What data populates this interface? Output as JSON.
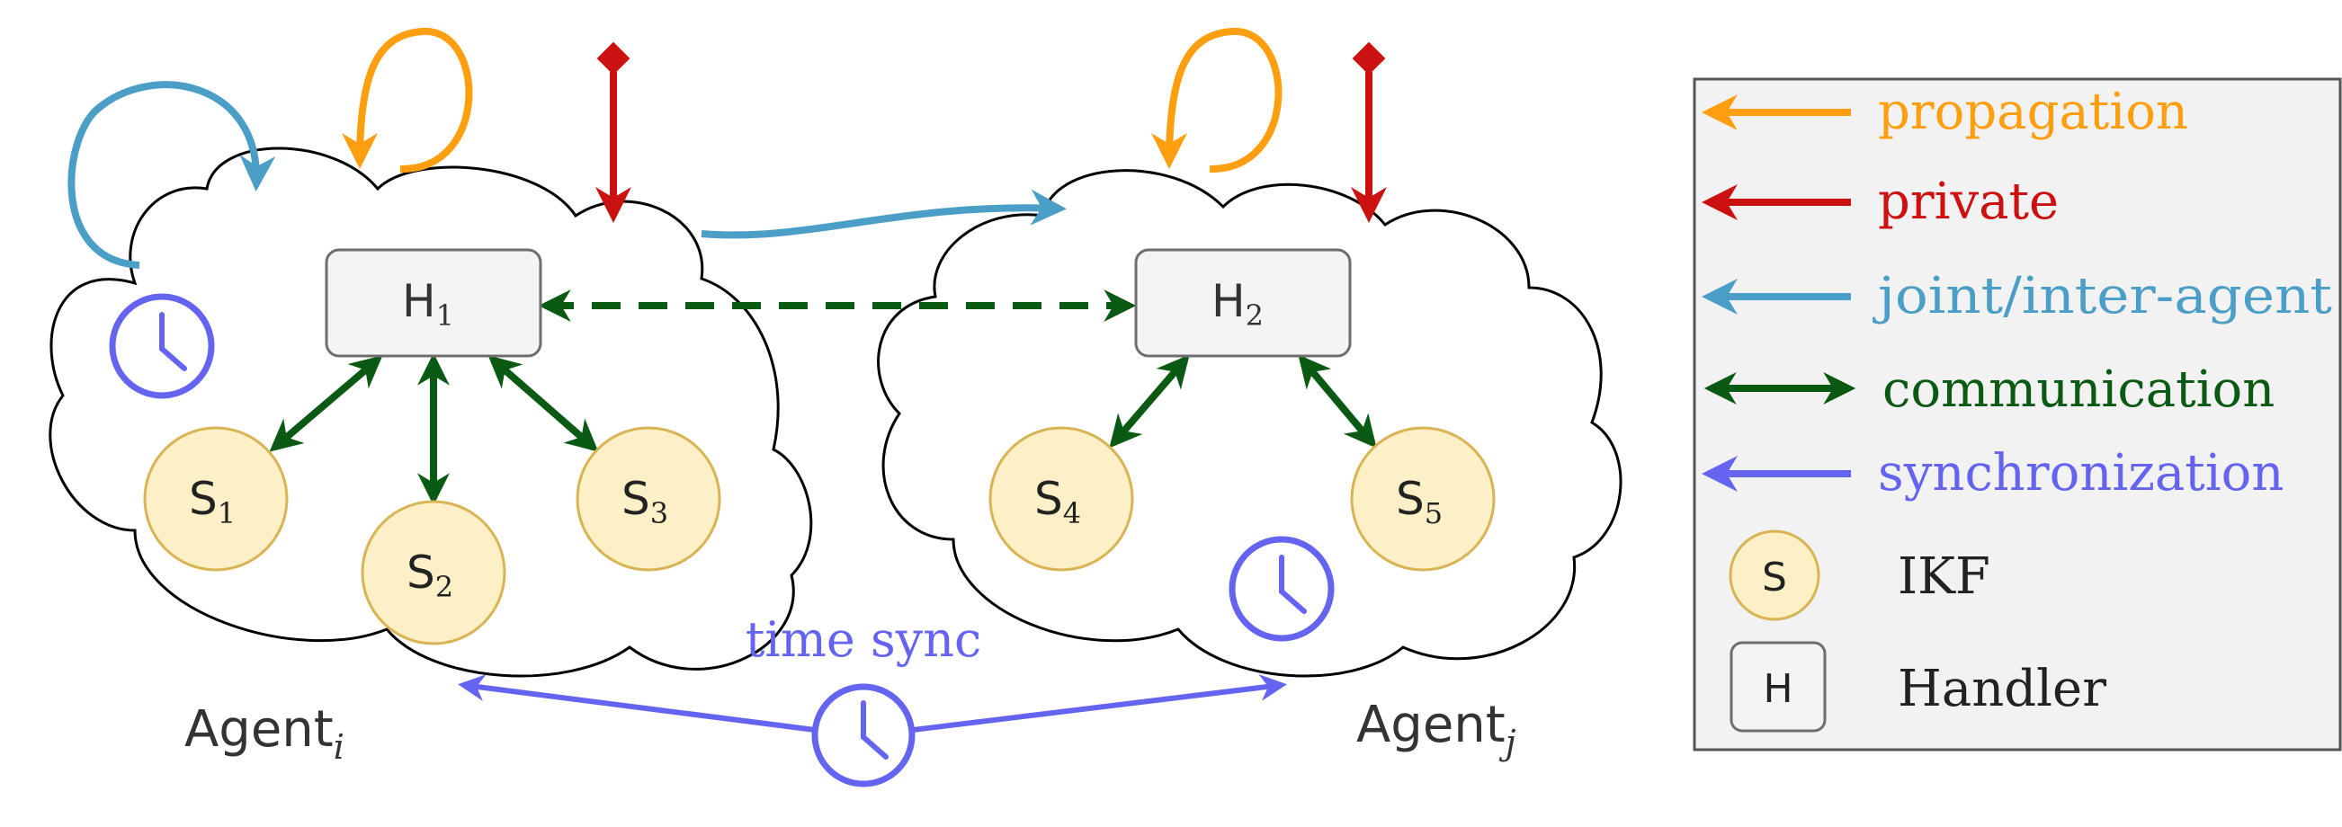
{
  "nodes": {
    "h1": {
      "label": "H",
      "sub": "1"
    },
    "h2": {
      "label": "H",
      "sub": "2"
    },
    "s1": {
      "label": "S",
      "sub": "1"
    },
    "s2": {
      "label": "S",
      "sub": "2"
    },
    "s3": {
      "label": "S",
      "sub": "3"
    },
    "s4": {
      "label": "S",
      "sub": "4"
    },
    "s5": {
      "label": "S",
      "sub": "5"
    }
  },
  "agents": {
    "i": {
      "label": "Agent",
      "sub": "i"
    },
    "j": {
      "label": "Agent",
      "sub": "j"
    }
  },
  "time_sync_label": "time sync",
  "legend": {
    "propagation": "propagation",
    "private": "private",
    "joint": "joint/inter-agent",
    "communication": "communication",
    "synchronization": "synchronization",
    "ikf_symbol": "S",
    "ikf": "IKF",
    "handler_symbol": "H",
    "handler": "Handler"
  },
  "colors": {
    "propagation": "#ff9f0f",
    "private": "#cc1111",
    "joint": "#4b9ec6",
    "communication": "#0a5a14",
    "synchronization": "#6464f0",
    "ikf_fill": "#fdf0c6",
    "ikf_stroke": "#d8b454",
    "handler_fill": "#f4f4f4",
    "handler_stroke": "#6e6e6e",
    "text_dark": "#333333",
    "legend_bg": "#f2f2f2",
    "legend_border": "#555555"
  }
}
